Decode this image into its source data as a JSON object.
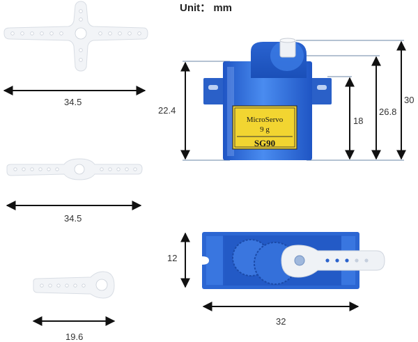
{
  "unit_label": "Unit： mm",
  "horns": {
    "cross_width": "34.5",
    "double_width": "34.5",
    "single_width": "19.6"
  },
  "front_view": {
    "height_body": "22.4",
    "height_mount": "18",
    "height_top": "26.8",
    "height_total": "30",
    "plate_line1": "MicroServo",
    "plate_line2": "9 g",
    "plate_line3": "SG90"
  },
  "top_view": {
    "width": "32",
    "depth": "12"
  },
  "colors": {
    "servo_blue": "#2f6fd6",
    "plate_yellow": "#f2d531",
    "horn_white": "#f2f4f7"
  }
}
